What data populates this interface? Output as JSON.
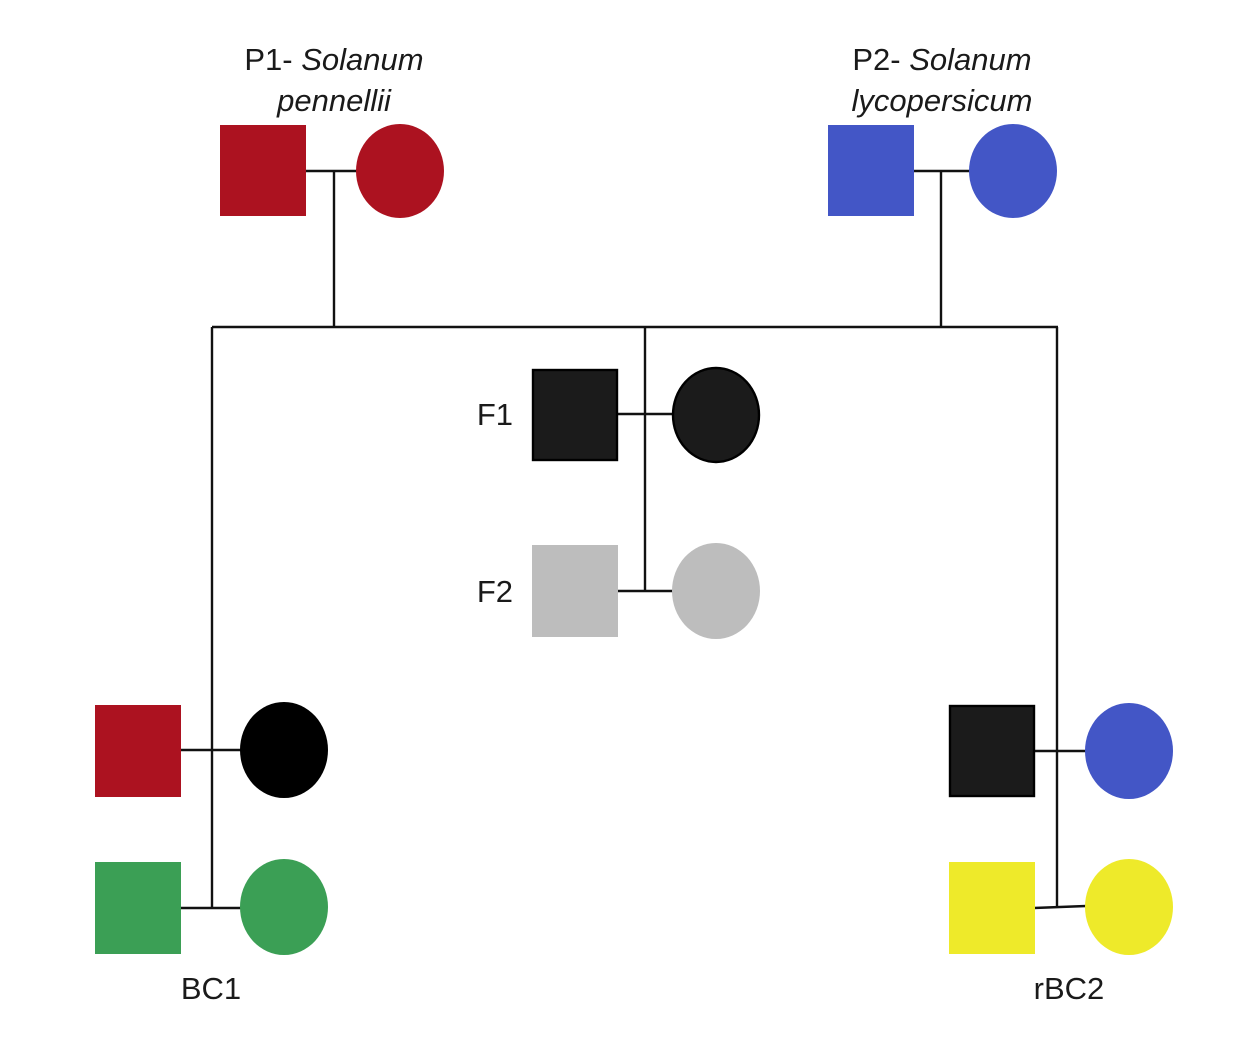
{
  "parents": {
    "p1": {
      "prefix": "P1-",
      "genus": "Solanum",
      "species": "pennellii",
      "color": "#ac1220"
    },
    "p2": {
      "prefix": "P2-",
      "genus": "Solanum",
      "species": "lycopersicum",
      "color": "#4356c6"
    }
  },
  "generations": {
    "f1": {
      "label": "F1",
      "color": "#1b1b1b"
    },
    "f2": {
      "label": "F2",
      "color": "#bdbdbd"
    },
    "bc1": {
      "label": "BC1",
      "male_color": "#ac1220",
      "female_color": "#000000",
      "offspring_color": "#3b9f55"
    },
    "rbc2": {
      "label": "rBC2",
      "male_color": "#1b1b1b",
      "female_color": "#4356c6",
      "offspring_color": "#eeea2a"
    }
  }
}
